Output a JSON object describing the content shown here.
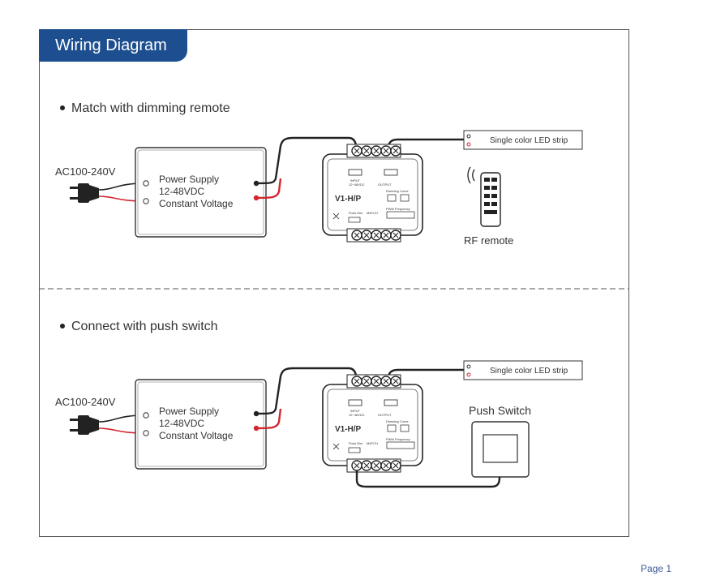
{
  "header": {
    "title": "Wiring Diagram"
  },
  "sections": [
    {
      "heading": "Match with dimming remote",
      "ac_label": "AC100-240V",
      "power_supply": [
        "Power Supply",
        "12-48VDC",
        "Constant Voltage"
      ],
      "controller": {
        "model": "V1-H/P",
        "input_label": "INPUT",
        "input_voltage": "12~48VDC",
        "output_label": "OUTPUT",
        "dimming_curve_label": "Dimming Curve",
        "pwm_label": "PWM Frequency",
        "match_label": "MATCH",
        "push_dim_label": "Push Dim"
      },
      "led_strip_label": "Single color LED strip",
      "accessory_label": "RF remote"
    },
    {
      "heading": "Connect with push switch",
      "ac_label": "AC100-240V",
      "power_supply": [
        "Power Supply",
        "12-48VDC",
        "Constant Voltage"
      ],
      "controller": {
        "model": "V1-H/P",
        "input_label": "INPUT",
        "input_voltage": "12~48VDC",
        "output_label": "OUTPUT",
        "dimming_curve_label": "Dimming Curve",
        "pwm_label": "PWM Frequency",
        "match_label": "MATCH",
        "push_dim_label": "Push Dim"
      },
      "led_strip_label": "Single color LED strip",
      "accessory_label": "Push Switch"
    }
  ],
  "footer": {
    "page": "Page 1"
  },
  "colors": {
    "header_bg": "#1d4e8f",
    "wire_black": "#222222",
    "wire_red": "#d3262f",
    "frame": "#555555"
  }
}
